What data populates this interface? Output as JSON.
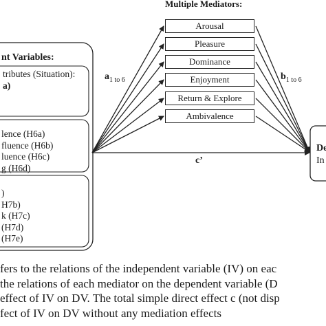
{
  "mediators_title": "Multiple Mediators:",
  "mediators": [
    "Arousal",
    "Pleasure",
    "Dominance",
    "Enjoyment",
    "Return & Explore",
    "Ambivalence"
  ],
  "iv_title": "nt Variables:",
  "iv_group1": [
    "tributes (Situation):",
    "a)"
  ],
  "iv_group2": [
    "lence (H6a)",
    "fluence (H6b)",
    "luence (H6c)",
    "g (H6d)"
  ],
  "iv_group3": [
    ")",
    "H7b)",
    "k (H7c)",
    "(H7d)",
    "(H7e)"
  ],
  "paths": {
    "a": "a",
    "a_sub": "1 to 6",
    "b": "b",
    "b_sub": "1 to 6",
    "c": "c’"
  },
  "dv": {
    "line1": "De",
    "line2": "In"
  },
  "notes": [
    "fers to the relations of the independent variable (IV) on eac",
    "the relations of each mediator on the dependent variable (D",
    "effect of IV on DV. The total simple direct effect c (not disp",
    "fect of IV on DV without any mediation effects"
  ]
}
